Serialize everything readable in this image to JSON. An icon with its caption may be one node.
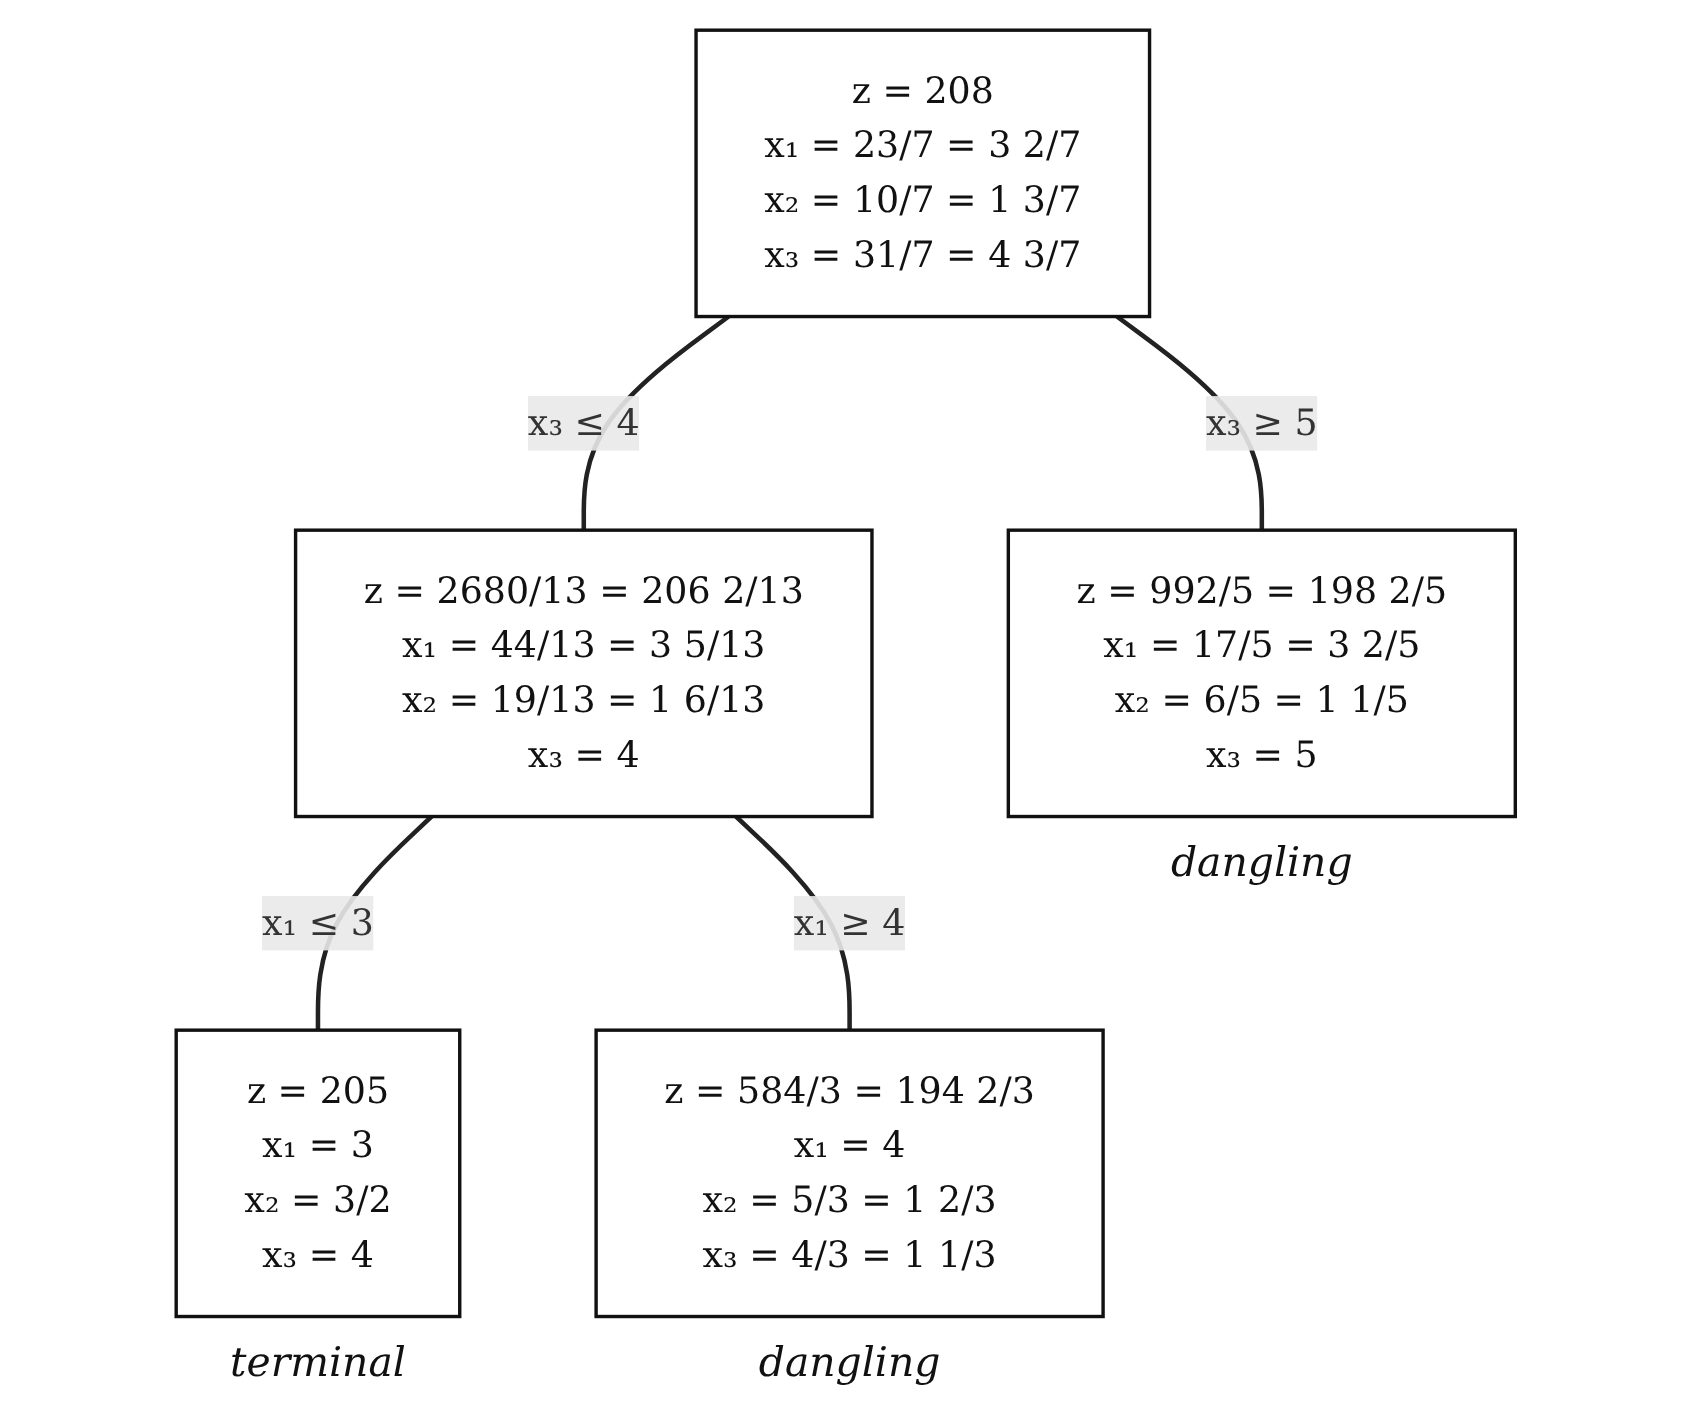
{
  "diagram": {
    "nodes": [
      {
        "text": [
          "z = 208",
          "x₁ = 23/7 = 3 2/7",
          "x₂ = 10/7 = 1 3/7",
          "x₃ = 31/7 = 4 3/7"
        ]
      },
      {
        "text": [
          "z = 2680/13 = 206 2/13",
          "x₁ = 44/13 = 3 5/13",
          "x₂ = 19/13 = 1 6/13",
          "x₃ = 4"
        ]
      },
      {
        "text": [
          "z = 992/5 = 198 2/5",
          "x₁ = 17/5 = 3 2/5",
          "x₂ = 6/5 = 1 1/5",
          "x₃ = 5"
        ],
        "beside": [
          "dangling"
        ]
      },
      {
        "text": [
          "z = 205",
          "x₁ = 3",
          "x₂ = 3/2",
          "x₃ = 4"
        ],
        "beside": [
          "terminal"
        ]
      },
      {
        "text": [
          "z = 584/3 = 194 2/3",
          "x₁ = 4",
          "x₂ = 5/3 = 1 2/3",
          "x₃ = 4/3 = 1 1/3"
        ],
        "beside": [
          "dangling"
        ]
      }
    ],
    "edges": [
      {
        "from": 0,
        "to": 1,
        "arrow": "none",
        "label": "x₃ ≤ 4"
      },
      {
        "from": 0,
        "to": 2,
        "arrow": "none",
        "label": "x₃ ≥ 5"
      },
      {
        "from": 1,
        "to": 3,
        "arrow": "none",
        "label": "x₁ ≤ 3"
      },
      {
        "from": 1,
        "to": 4,
        "arrow": "none",
        "label": "x₁ ≥ 4"
      }
    ]
  }
}
